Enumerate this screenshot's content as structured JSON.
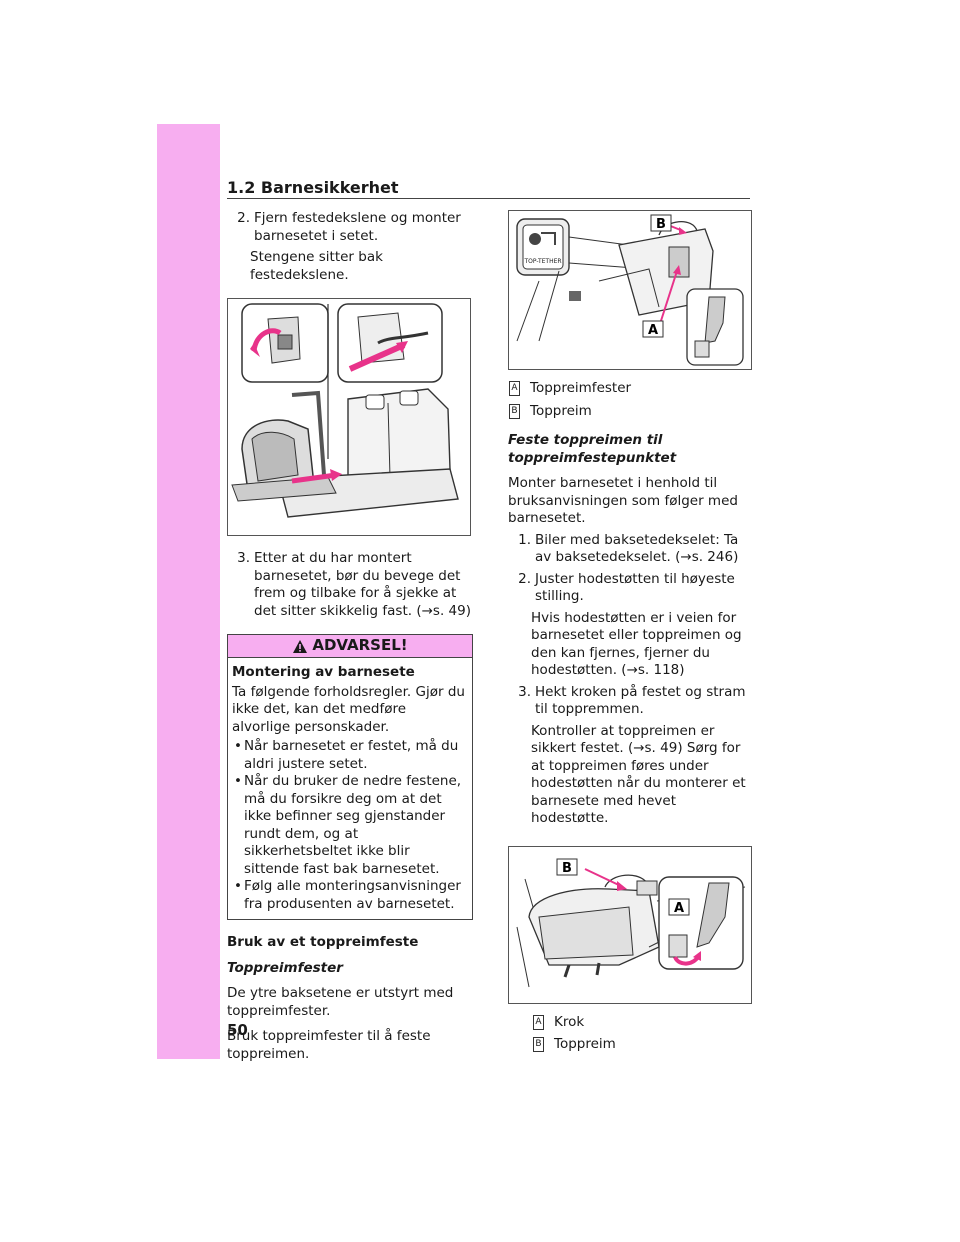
{
  "header": {
    "section": "1.2 Barnesikkerhet"
  },
  "page_number": "50",
  "left": {
    "step2_num": "2.",
    "step2": "Fjern festedekslene og monter barnesetet i setet.",
    "step2_note": "Stengene sitter bak festedekslene.",
    "step3_num": "3.",
    "step3": "Etter at du har montert barnesetet, bør du bevege det frem og tilbake for å sjekke at det sitter skikkelig fast. (→s. 49)",
    "warning": {
      "title": "ADVARSEL!",
      "heading": "Montering av barnesete",
      "intro": "Ta følgende forholdsregler. Gjør du ikke det, kan det medføre alvorlige personskader.",
      "bullets": [
        "Når barnesetet er festet, må du aldri justere setet.",
        "Når du bruker de nedre festene, må du forsikre deg om at det ikke befinner seg gjenstander rundt dem, og at sikkerhetsbeltet ikke blir sittende fast bak barnesetet.",
        "Følg alle monteringsanvisninger fra produsenten av barnesetet."
      ]
    },
    "heading_top_tether": "Bruk av et toppreimfeste",
    "subheading": "Toppreimfester",
    "para1": "De ytre baksetene er utstyrt med toppreimfester.",
    "para2": "Bruk toppreimfester til å feste toppreimen."
  },
  "right": {
    "fig1_icon_label": "TOP-TETHER",
    "fig1_label_a": "A",
    "fig1_label_b": "B",
    "legend1": [
      {
        "key": "A",
        "text": "Toppreimfester"
      },
      {
        "key": "B",
        "text": "Toppreim"
      }
    ],
    "subheading": "Feste toppreimen til toppreimfestepunktet",
    "intro": "Monter barnesetet i henhold til bruksanvisningen som følger med barnesetet.",
    "steps": [
      {
        "num": "1.",
        "text": "Biler med baksetedekselet: Ta av baksetedekselet. (→s. 246)"
      },
      {
        "num": "2.",
        "text": "Juster hodestøtten til høyeste stilling.",
        "note": "Hvis hodestøtten er i veien for barnesetet eller toppreimen og den kan fjernes, fjerner du hodestøtten. (→s. 118)"
      },
      {
        "num": "3.",
        "text": "Hekt kroken på festet og stram til toppremmen.",
        "note": "Kontroller at toppreimen er sikkert festet. (→s. 49) Sørg for at toppreimen føres under hodestøtten når du monterer et barnesete med hevet hodestøtte."
      }
    ],
    "fig2_label_a": "A",
    "fig2_label_b": "B",
    "legend2": [
      {
        "key": "A",
        "text": "Krok"
      },
      {
        "key": "B",
        "text": "Toppreim"
      }
    ]
  },
  "colors": {
    "accent_pink": "#f7aef0",
    "arrow_pink": "#e8338a",
    "line": "#333333"
  }
}
